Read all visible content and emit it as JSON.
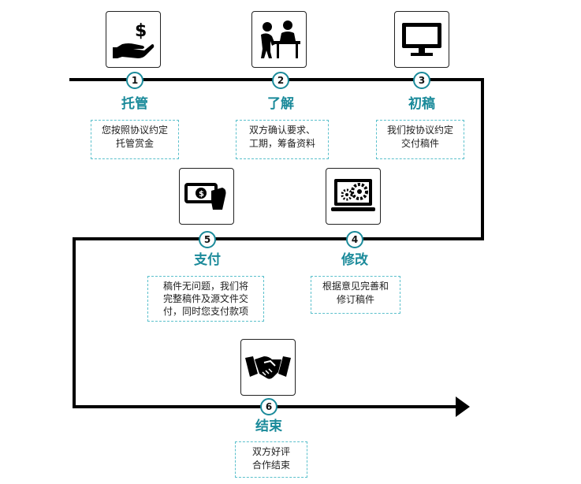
{
  "steps": [
    {
      "number": "1",
      "title": "托管",
      "desc": [
        "您按照协议约定",
        "托管赏金"
      ],
      "icon": "money-hand-icon"
    },
    {
      "number": "2",
      "title": "了解",
      "desc": [
        "双方确认要求、",
        "工期，筹备资料"
      ],
      "icon": "meeting-icon"
    },
    {
      "number": "3",
      "title": "初稿",
      "desc": [
        "我们按协议约定",
        "交付稿件"
      ],
      "icon": "monitor-icon"
    },
    {
      "number": "4",
      "title": "修改",
      "desc": [
        "根据意见完善和",
        "修订稿件"
      ],
      "icon": "laptop-gears-icon"
    },
    {
      "number": "5",
      "title": "支付",
      "desc": [
        "稿件无问题，我们将",
        "完整稿件及源文件交",
        "付，同时您支付款项"
      ],
      "icon": "payment-card-icon"
    },
    {
      "number": "6",
      "title": "结束",
      "desc": [
        "双方好评",
        "合作结束"
      ],
      "icon": "handshake-icon"
    }
  ],
  "colors": {
    "accent": "#1a8a9a",
    "line": "#000000",
    "dashed_border": "#5bc0cc"
  }
}
